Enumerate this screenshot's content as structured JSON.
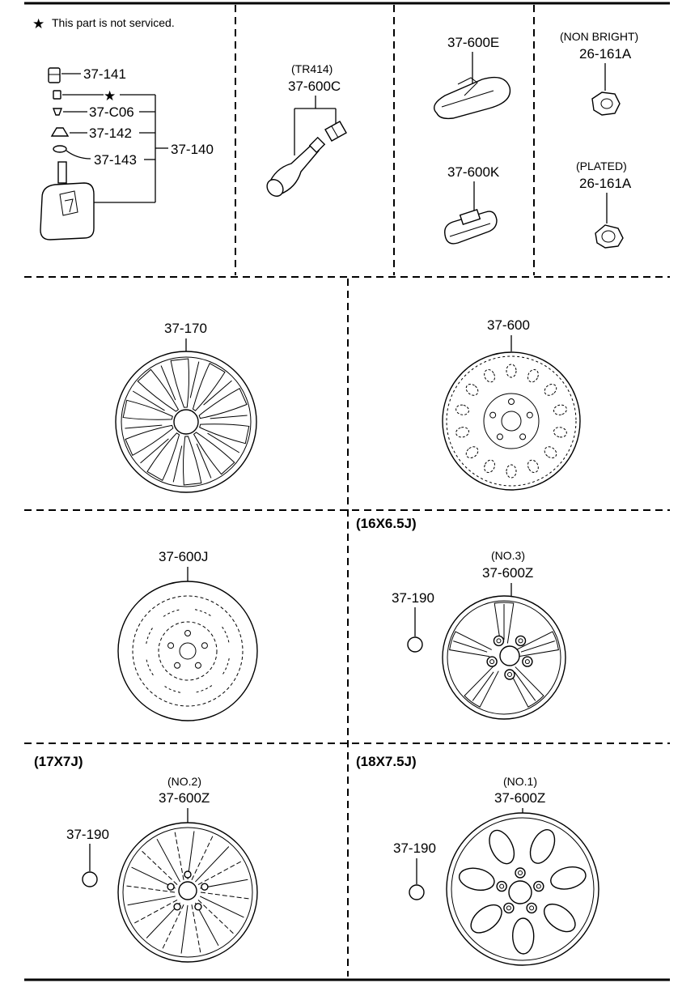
{
  "note": {
    "symbol": "★",
    "text": "This part is not serviced."
  },
  "panel_sensor": {
    "labels": {
      "cap": "37-141",
      "core": "37-C06",
      "grommet": "37-142",
      "washer": "37-143",
      "assembly": "37-140"
    }
  },
  "panel_valve": {
    "spec": "(TR414)",
    "label": "37-600C"
  },
  "panel_weights": {
    "upper": "37-600E",
    "lower": "37-600K"
  },
  "panel_nuts": {
    "upper_finish": "(NON BRIGHT)",
    "upper_label": "26-161A",
    "lower_finish": "(PLATED)",
    "lower_label": "26-161A"
  },
  "wheels": {
    "cover": {
      "label": "37-170"
    },
    "steel": {
      "label": "37-600"
    },
    "spare": {
      "label": "37-600J"
    },
    "alloy_16": {
      "size": "(16X6.5J)",
      "number": "(NO.3)",
      "label": "37-600Z",
      "cap_label": "37-190"
    },
    "alloy_17": {
      "size": "(17X7J)",
      "number": "(NO.2)",
      "label": "37-600Z",
      "cap_label": "37-190"
    },
    "alloy_18": {
      "size": "(18X7.5J)",
      "number": "(NO.1)",
      "label": "37-600Z",
      "cap_label": "37-190"
    }
  }
}
